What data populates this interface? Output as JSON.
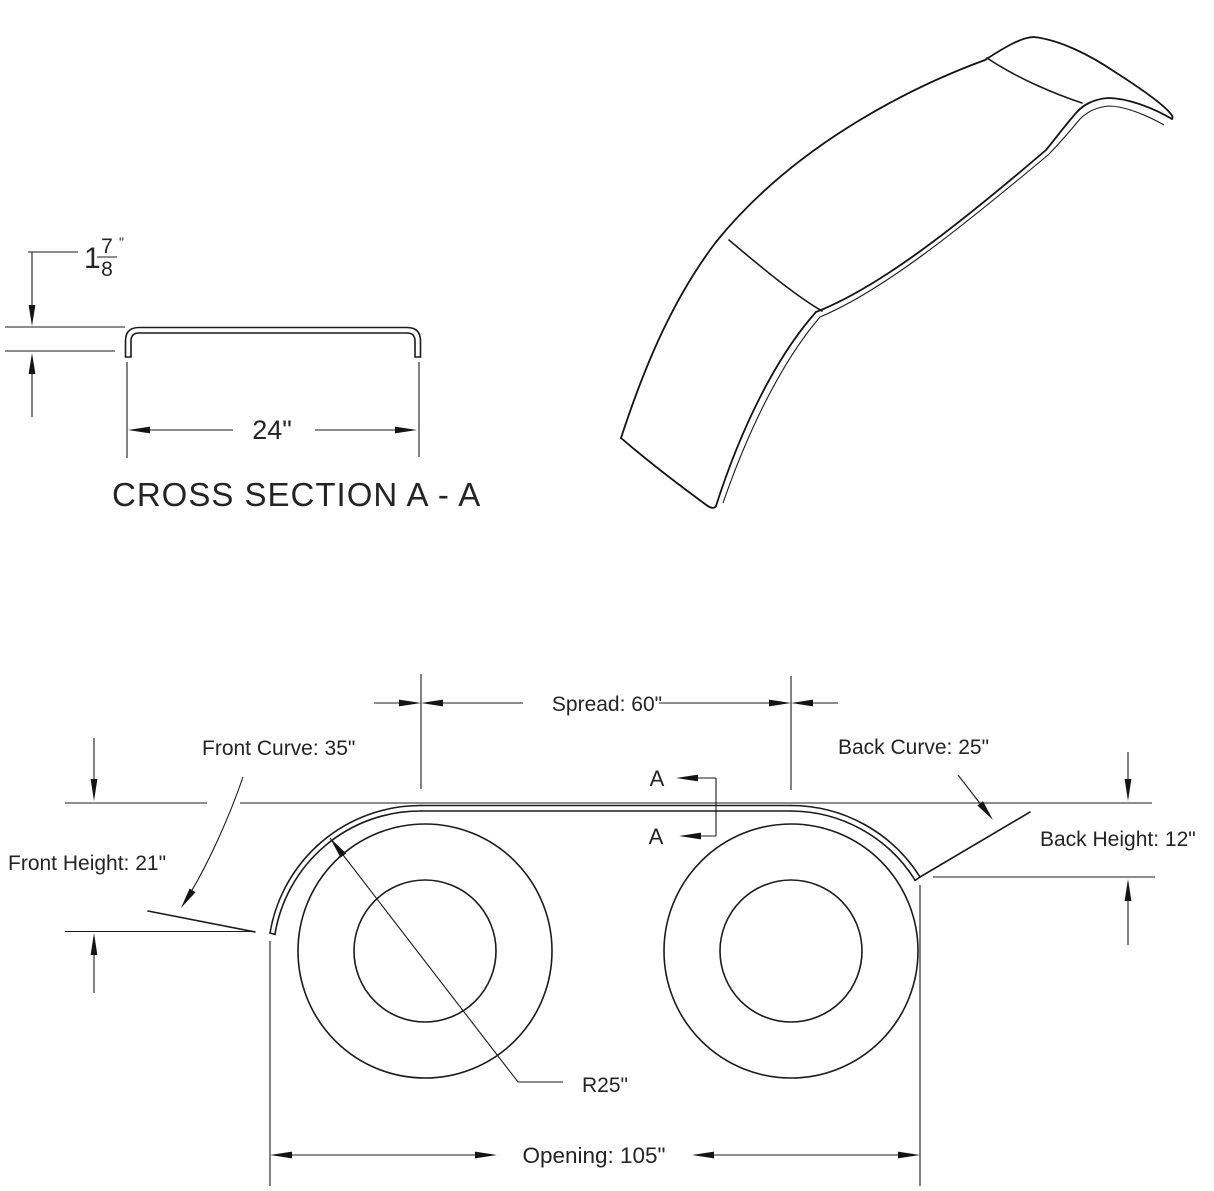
{
  "cross_section": {
    "caption": "CROSS SECTION A - A",
    "lip_height": {
      "whole": "1",
      "numerator": "7",
      "denominator": "8",
      "unit": "\""
    },
    "width": "24\""
  },
  "side_view": {
    "spread": "Spread: 60\"",
    "front_curve": "Front Curve: 35\"",
    "back_curve": "Back Curve: 25\"",
    "front_height": "Front Height: 21\"",
    "back_height": "Back Height: 12\"",
    "wheel_radius": "R25\"",
    "opening": "Opening: 105\"",
    "section_marker": "A"
  },
  "style": {
    "line_color": "#1b1b1b",
    "text_color": "#242424",
    "background": "#ffffff"
  }
}
